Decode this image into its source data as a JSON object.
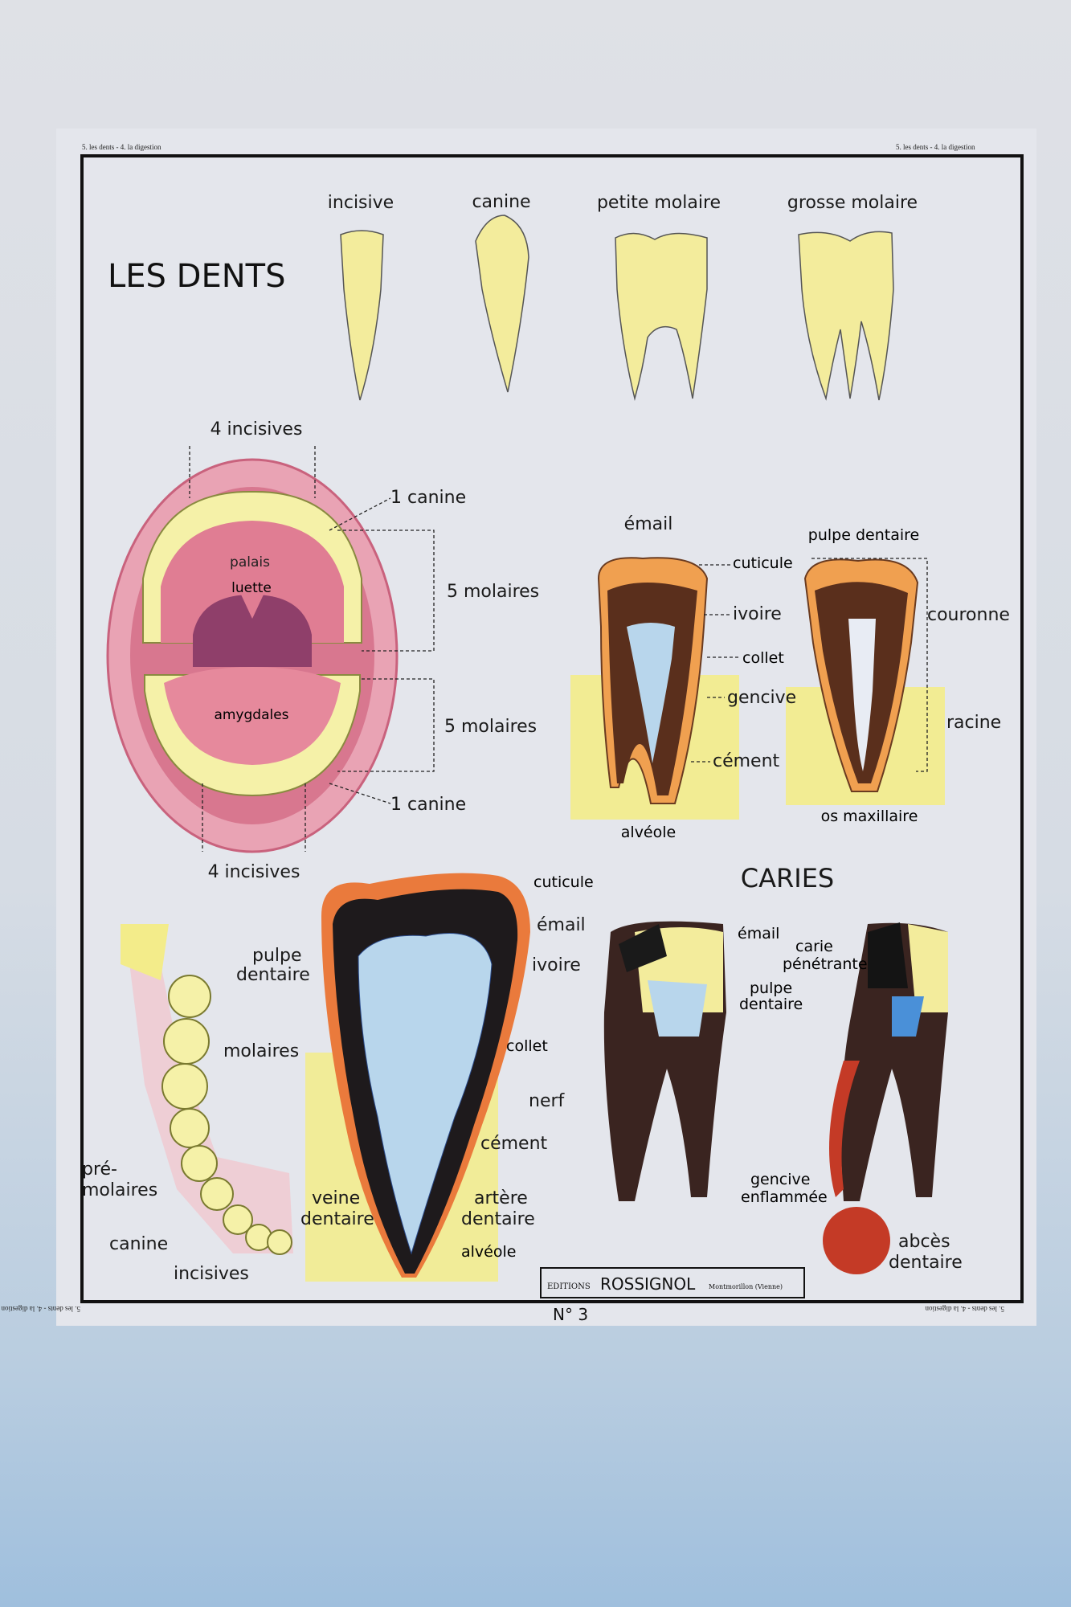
{
  "poster": {
    "title": "LES DENTS",
    "series_caption": "5. les dents - 4. la digestion",
    "number": "N° 3",
    "publisher": {
      "prefix": "EDITIONS",
      "name": "ROSSIGNOL",
      "place": "Montmorillon (Vienne)"
    }
  },
  "tooth_types": [
    "incisive",
    "canine",
    "petite molaire",
    "grosse molaire"
  ],
  "mouth": {
    "top_incisors": "4 incisives",
    "top_canine": "1 canine",
    "top_molars": "5 molaires",
    "bottom_molars": "5 molaires",
    "bottom_canine": "1 canine",
    "bottom_incisors": "4 incisives",
    "palate": "palais",
    "uvula": "luette",
    "tonsils": "amygdales"
  },
  "section": {
    "enamel": "émail",
    "cuticle": "cuticule",
    "dentine": "ivoire",
    "neck": "collet",
    "gum": "gencive",
    "cement": "cément",
    "socket": "alvéole",
    "pulp": "pulpe dentaire",
    "crown": "couronne",
    "root": "racine",
    "jawbone": "os maxillaire"
  },
  "jaw": {
    "molars": "molaires",
    "premolars_1": "pré-",
    "premolars_2": "molaires",
    "canine": "canine",
    "incisors": "incisives"
  },
  "big_tooth": {
    "cuticle": "cuticule",
    "enamel": "émail",
    "dentine": "ivoire",
    "pulp_1": "pulpe",
    "pulp_2": "dentaire",
    "neck": "collet",
    "nerve": "nerf",
    "cement": "cément",
    "vein_1": "veine",
    "vein_2": "dentaire",
    "artery_1": "artère",
    "artery_2": "dentaire",
    "socket": "alvéole"
  },
  "caries": {
    "title": "CARIES",
    "enamel": "émail",
    "pulp_1": "pulpe",
    "pulp_2": "dentaire",
    "penetrating_1": "carie",
    "penetrating_2": "pénétrante",
    "inflamed_1": "gencive",
    "inflamed_2": "enflammée",
    "abscess_1": "abcès",
    "abscess_2": "dentaire"
  }
}
